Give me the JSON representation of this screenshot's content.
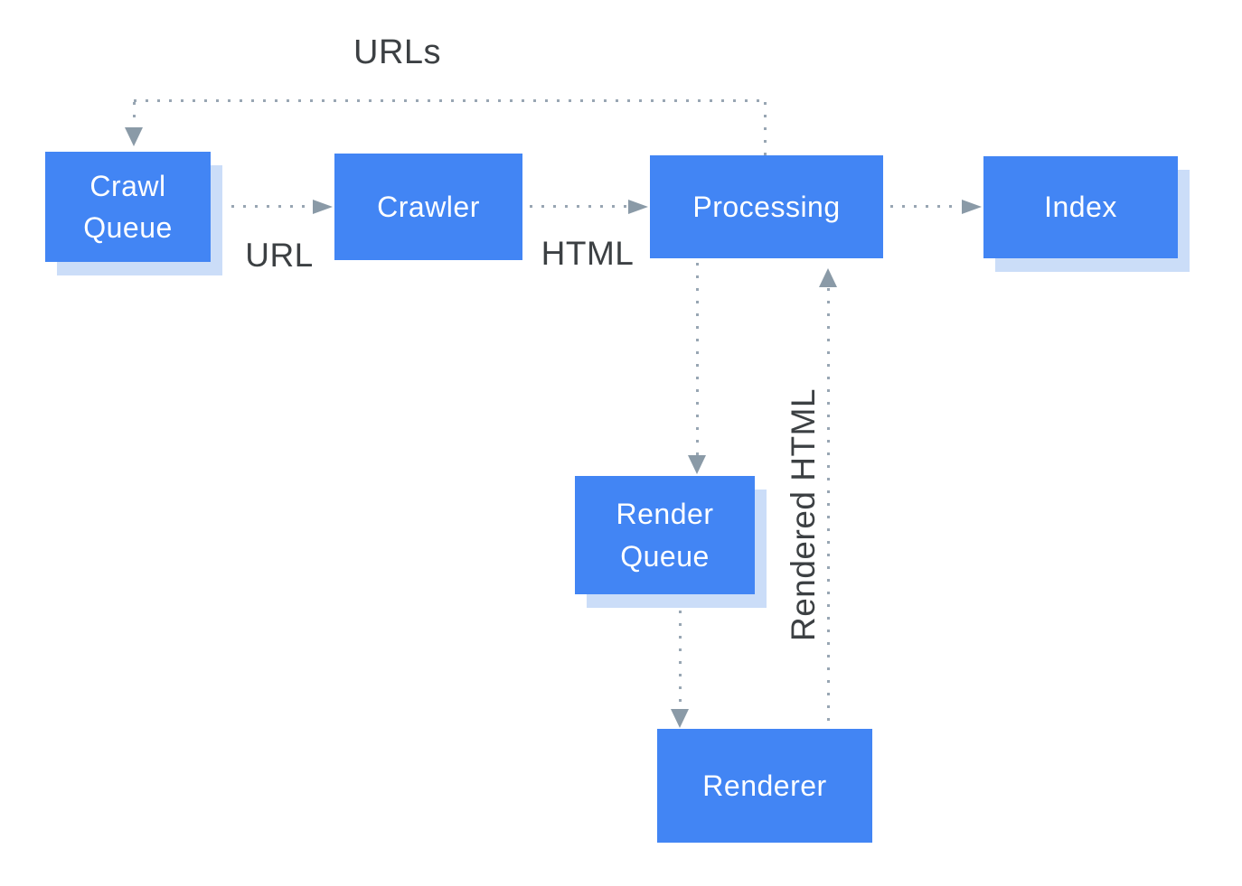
{
  "diagram": {
    "nodes": {
      "crawl_queue": "Crawl Queue",
      "crawler": "Crawler",
      "processing": "Processing",
      "index": "Index",
      "render_queue": "Render Queue",
      "renderer": "Renderer"
    },
    "labels": {
      "urls": "URLs",
      "url": "URL",
      "html": "HTML",
      "rendered_html": "Rendered HTML"
    },
    "edges": [
      {
        "from": "processing",
        "to": "crawl_queue",
        "label": "URLs",
        "style": "dotted"
      },
      {
        "from": "crawl_queue",
        "to": "crawler",
        "label": "URL",
        "style": "dotted"
      },
      {
        "from": "crawler",
        "to": "processing",
        "label": "HTML",
        "style": "dotted"
      },
      {
        "from": "processing",
        "to": "index",
        "label": "",
        "style": "dotted"
      },
      {
        "from": "processing",
        "to": "render_queue",
        "label": "",
        "style": "dotted"
      },
      {
        "from": "render_queue",
        "to": "renderer",
        "label": "",
        "style": "dotted"
      },
      {
        "from": "renderer",
        "to": "processing",
        "label": "Rendered HTML",
        "style": "dotted"
      }
    ],
    "colors": {
      "node_fill": "#4285F4",
      "node_text": "#FFFFFF",
      "node_shadow": "#CBDDF8",
      "edge_dot": "#98A6B3",
      "arrowhead": "#8A9AA7",
      "label_text": "#3C4043",
      "background": "#FFFFFF"
    }
  }
}
